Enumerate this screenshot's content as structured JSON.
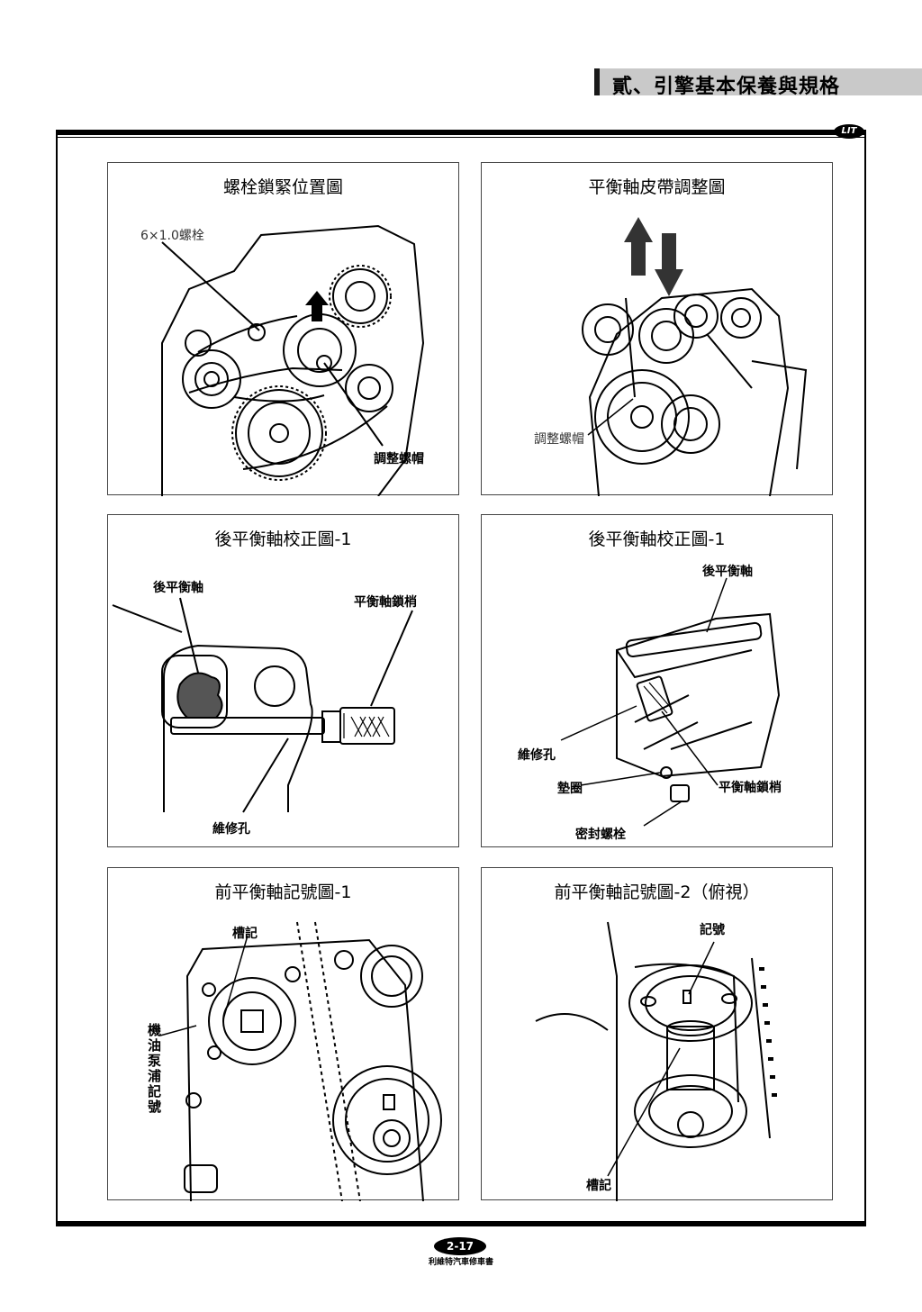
{
  "header": {
    "title": "貳、引擎基本保養與規格",
    "logo_text": "LIT"
  },
  "panels": {
    "p1": {
      "title": "螺栓鎖緊位置圖",
      "labels": {
        "bolt": "6×1.0螺栓",
        "nut": "調整螺帽"
      }
    },
    "p2": {
      "title": "平衡軸皮帶調整圖",
      "labels": {
        "nut": "調整螺帽"
      }
    },
    "p3": {
      "title": "後平衡軸校正圖-1",
      "labels": {
        "shaft": "後平衡軸",
        "pin": "平衡軸鎖梢",
        "hole": "維修孔"
      }
    },
    "p4": {
      "title": "後平衡軸校正圖-1",
      "labels": {
        "shaft": "後平衡軸",
        "hole": "維修孔",
        "washer": "墊圈",
        "pin": "平衡軸鎖梢",
        "bolt": "密封螺栓"
      }
    },
    "p5": {
      "title": "前平衡軸記號圖-1",
      "labels": {
        "groove": "槽記",
        "pump_mark": "機油泵浦記號"
      }
    },
    "p6": {
      "title": "前平衡軸記號圖-2（俯視）",
      "labels": {
        "mark": "記號",
        "groove": "槽記"
      }
    }
  },
  "footer": {
    "page_number": "2-17",
    "publisher": "利維特汽車修車書"
  }
}
